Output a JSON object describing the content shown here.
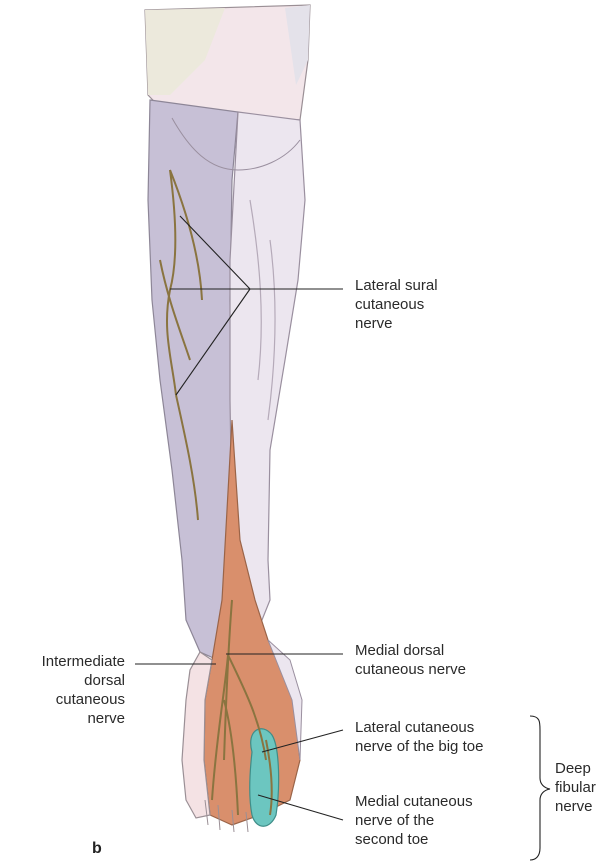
{
  "labels": {
    "lateral_sural": "Lateral sural\ncutaneous\nnerve",
    "medial_dorsal": "Medial dorsal\ncutaneous nerve",
    "intermediate_dorsal": "Intermediate\ndorsal\ncutaneous\nnerve",
    "lateral_big_toe": "Lateral cutaneous\nnerve of the big toe",
    "medial_second_toe": "Medial cutaneous\nnerve of the\nsecond toe",
    "deep_fibular": "Deep\nfibular\nnerve",
    "panel_letter": "b"
  },
  "colors": {
    "lateral_sural_region": "#c7c0d6",
    "medial_region": "#ece6ef",
    "thigh_region": "#f3e6ea",
    "upper_left_region": "#ece9dc",
    "superficial_fibular_region": "#d98f6c",
    "deep_fibular_region": "#6cc6c0",
    "foot_medial_region": "#f4e2e4",
    "nerve": "#8a7440",
    "leader": "#222222"
  }
}
